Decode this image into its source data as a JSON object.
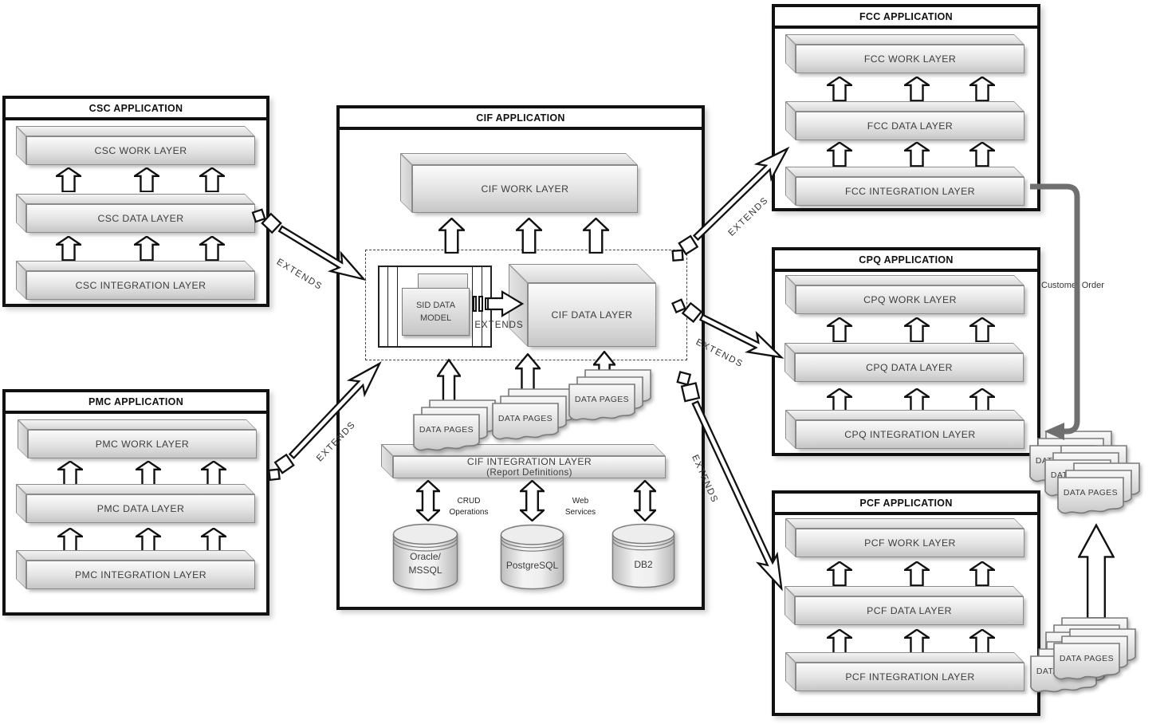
{
  "diagram": {
    "apps": {
      "csc": {
        "title": "CSC APPLICATION",
        "layers": [
          "CSC WORK LAYER",
          "CSC DATA LAYER",
          "CSC INTEGRATION LAYER"
        ]
      },
      "pmc": {
        "title": "PMC APPLICATION",
        "layers": [
          "PMC WORK LAYER",
          "PMC DATA LAYER",
          "PMC INTEGRATION LAYER"
        ]
      },
      "fcc": {
        "title": "FCC APPLICATION",
        "layers": [
          "FCC WORK LAYER",
          "FCC DATA LAYER",
          "FCC INTEGRATION LAYER"
        ]
      },
      "cpq": {
        "title": "CPQ APPLICATION",
        "layers": [
          "CPQ WORK LAYER",
          "CPQ DATA LAYER",
          "CPQ INTEGRATION LAYER"
        ]
      },
      "pcf": {
        "title": "PCF APPLICATION",
        "layers": [
          "PCF WORK LAYER",
          "PCF DATA LAYER",
          "PCF INTEGRATION LAYER"
        ]
      },
      "cif": {
        "title": "CIF APPLICATION",
        "work_layer": "CIF WORK LAYER",
        "data_layer": "CIF DATA LAYER",
        "sid_data_model": {
          "line1": "SID DATA",
          "line2": "MODEL"
        },
        "integration_layer": {
          "line1": "CIF INTEGRATION LAYER",
          "line2": "(Report Definitions)"
        },
        "databases": [
          {
            "lines": [
              "Oracle/",
              "MSSQL"
            ]
          },
          {
            "lines": [
              "PostgreSQL"
            ]
          },
          {
            "lines": [
              "DB2"
            ]
          }
        ],
        "db_link_labels": [
          {
            "line1": "CRUD",
            "line2": "Operations"
          },
          {
            "line1": "Web",
            "line2": "Services"
          }
        ]
      }
    },
    "labels": {
      "extends": "EXTENDS",
      "data_pages": "DATA PAGES",
      "customer_order": "Customer Order"
    },
    "colors": {
      "connector_gray": "#6f6f6f",
      "frame_black": "#111111",
      "box_border": "#8b8b8b"
    }
  }
}
